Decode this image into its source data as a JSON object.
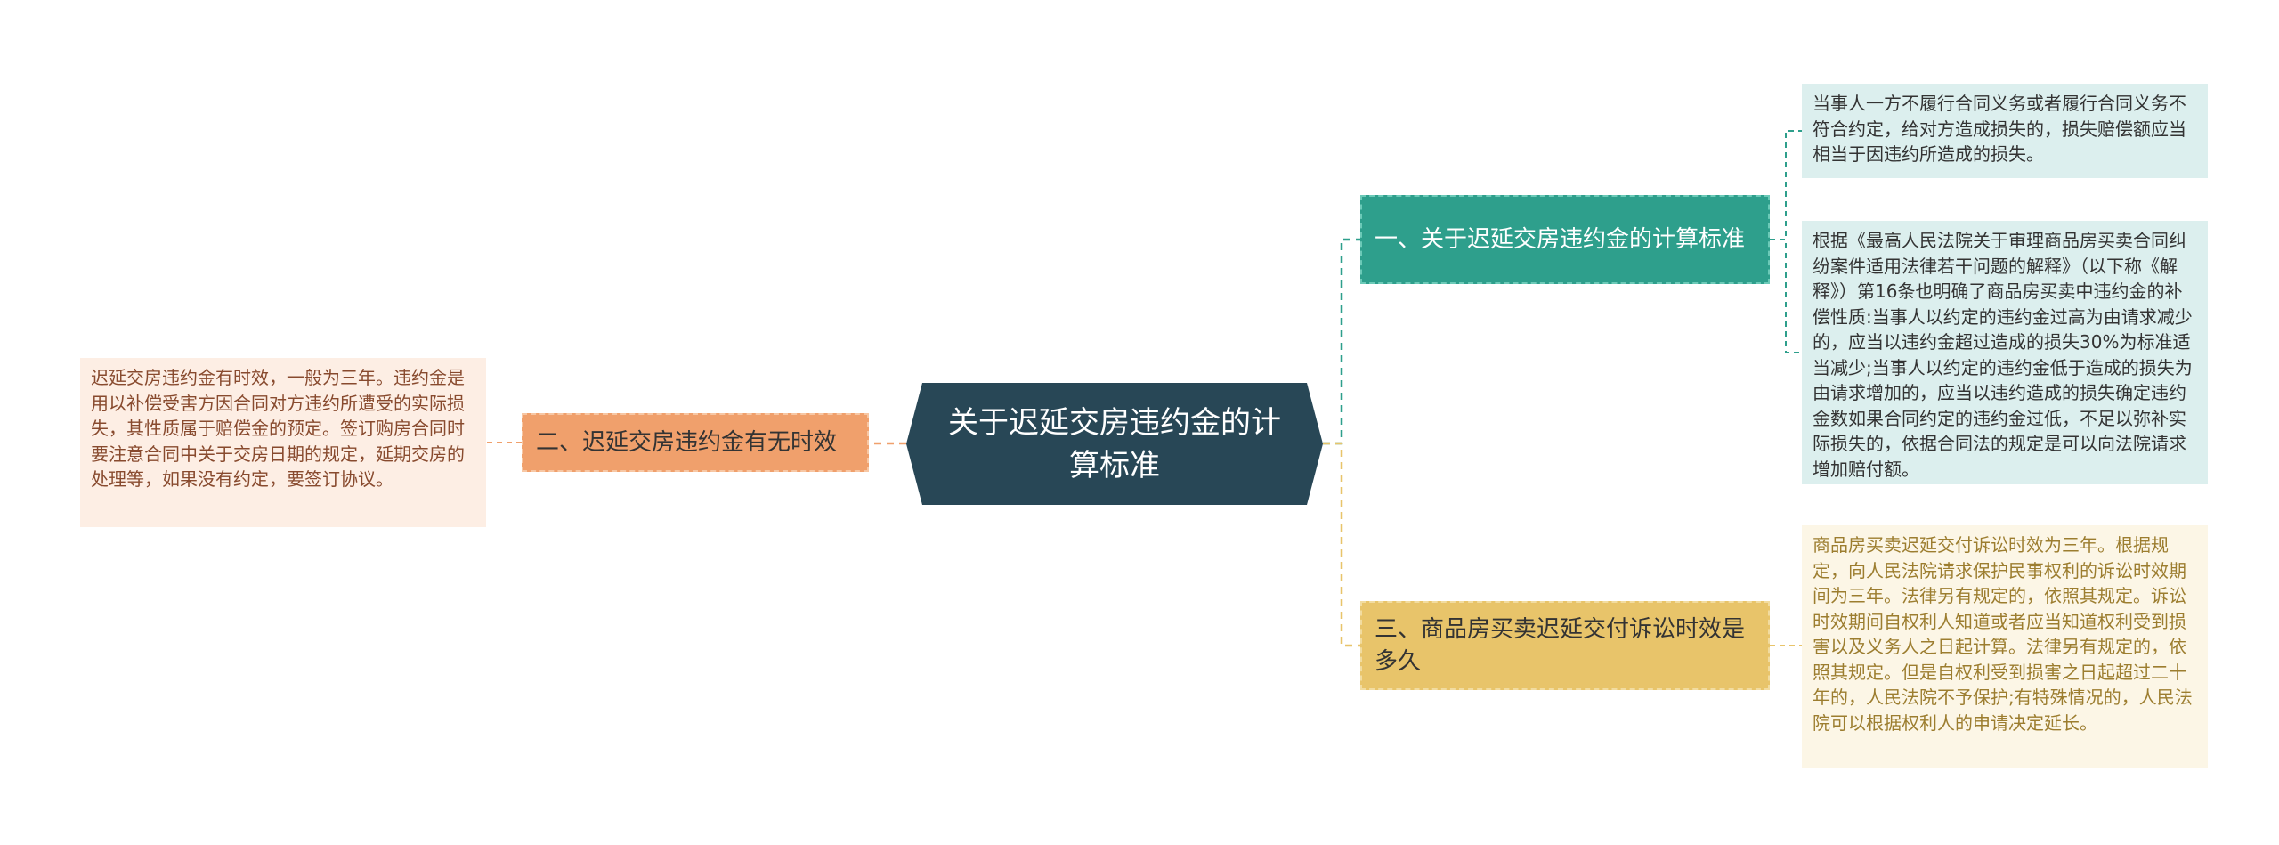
{
  "root": {
    "label": "关于迟延交房违约金的计算标准"
  },
  "branches": [
    {
      "label": "一、关于迟延交房违约金的计算标准",
      "leaves": [
        "当事人一方不履行合同义务或者履行合同义务不符合约定，给对方造成损失的，损失赔偿额应当相当于因违约所造成的损失。",
        "根据《最高人民法院关于审理商品房买卖合同纠纷案件适用法律若干问题的解释》（以下称《解释》）第16条也明确了商品房买卖中违约金的补偿性质:当事人以约定的违约金过高为由请求减少的，应当以违约金超过造成的损失30%为标准适当减少;当事人以约定的违约金低于造成的损失为由请求增加的，应当以违约造成的损失确定违约金数如果合同约定的违约金过低，不足以弥补实际损失的，依据合同法的规定是可以向法院请求增加赔付额。"
      ]
    },
    {
      "label": "二、迟延交房违约金有无时效",
      "leaves": [
        "迟延交房违约金有时效，一般为三年。违约金是用以补偿受害方因合同对方违约所遭受的实际损失，其性质属于赔偿金的预定。签订购房合同时要注意合同中关于交房日期的规定，延期交房的处理等，如果没有约定，要签订协议。"
      ]
    },
    {
      "label": "三、商品房买卖迟延交付诉讼时效是多久",
      "leaves": [
        "商品房买卖迟延交付诉讼时效为三年。根据规定，向人民法院请求保护民事权利的诉讼时效期间为三年。法律另有规定的，依照其规定。诉讼时效期间自权利人知道或者应当知道权利受到损害以及义务人之日起计算。法律另有规定的，依照其规定。但是自权利受到损害之日起超过二十年的，人民法院不予保护;有特殊情况的，人民法院可以根据权利人的申请决定延长。"
      ]
    }
  ],
  "colors": {
    "root": "#284756",
    "branch_1": "#2e9f8c",
    "branch_2": "#f0a06c",
    "branch_3": "#e8c46a",
    "leaf_1": "#dcefee",
    "leaf_2": "#fdeee4",
    "leaf_3": "#fcf6e6"
  }
}
